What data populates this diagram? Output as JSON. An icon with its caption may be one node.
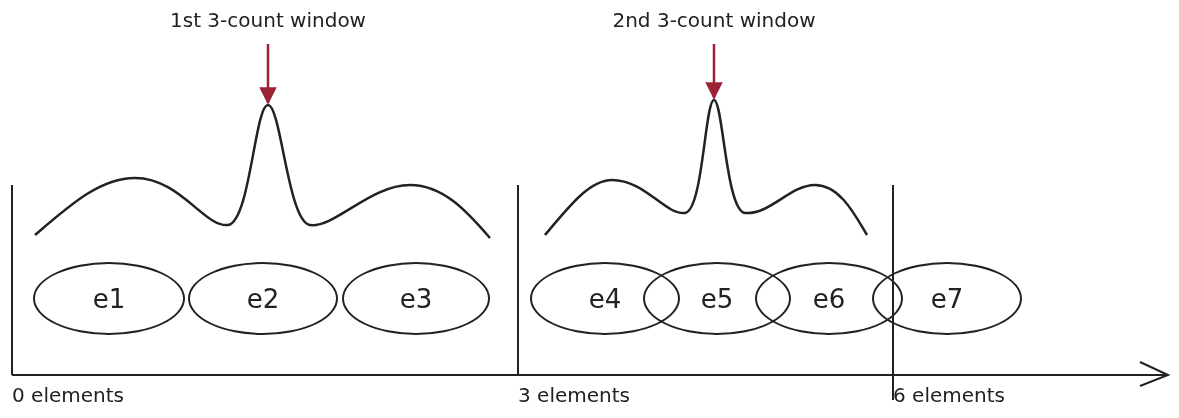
{
  "diagram": {
    "nodes": [
      {
        "text": [
          "e1"
        ]
      },
      {
        "text": [
          "e2"
        ]
      },
      {
        "text": [
          "e3"
        ]
      },
      {
        "text": [
          "e4"
        ]
      },
      {
        "text": [
          "e5"
        ]
      },
      {
        "text": [
          "e6"
        ]
      },
      {
        "text": [
          "e7"
        ]
      },
      {
        "text": [
          "1st 3-count window"
        ]
      },
      {
        "text": [
          "2nd 3-count window"
        ]
      },
      {
        "text": [],
        "shape": "curve"
      },
      {
        "text": [],
        "shape": "curve"
      }
    ],
    "edges": [
      {
        "from": 7,
        "to": 9,
        "arrow": "to",
        "color": "#9b2335"
      },
      {
        "from": 8,
        "to": 10,
        "arrow": "to",
        "color": "#9b2335"
      }
    ],
    "labels": [
      "0 elements",
      "3 elements",
      "6 elements"
    ]
  }
}
